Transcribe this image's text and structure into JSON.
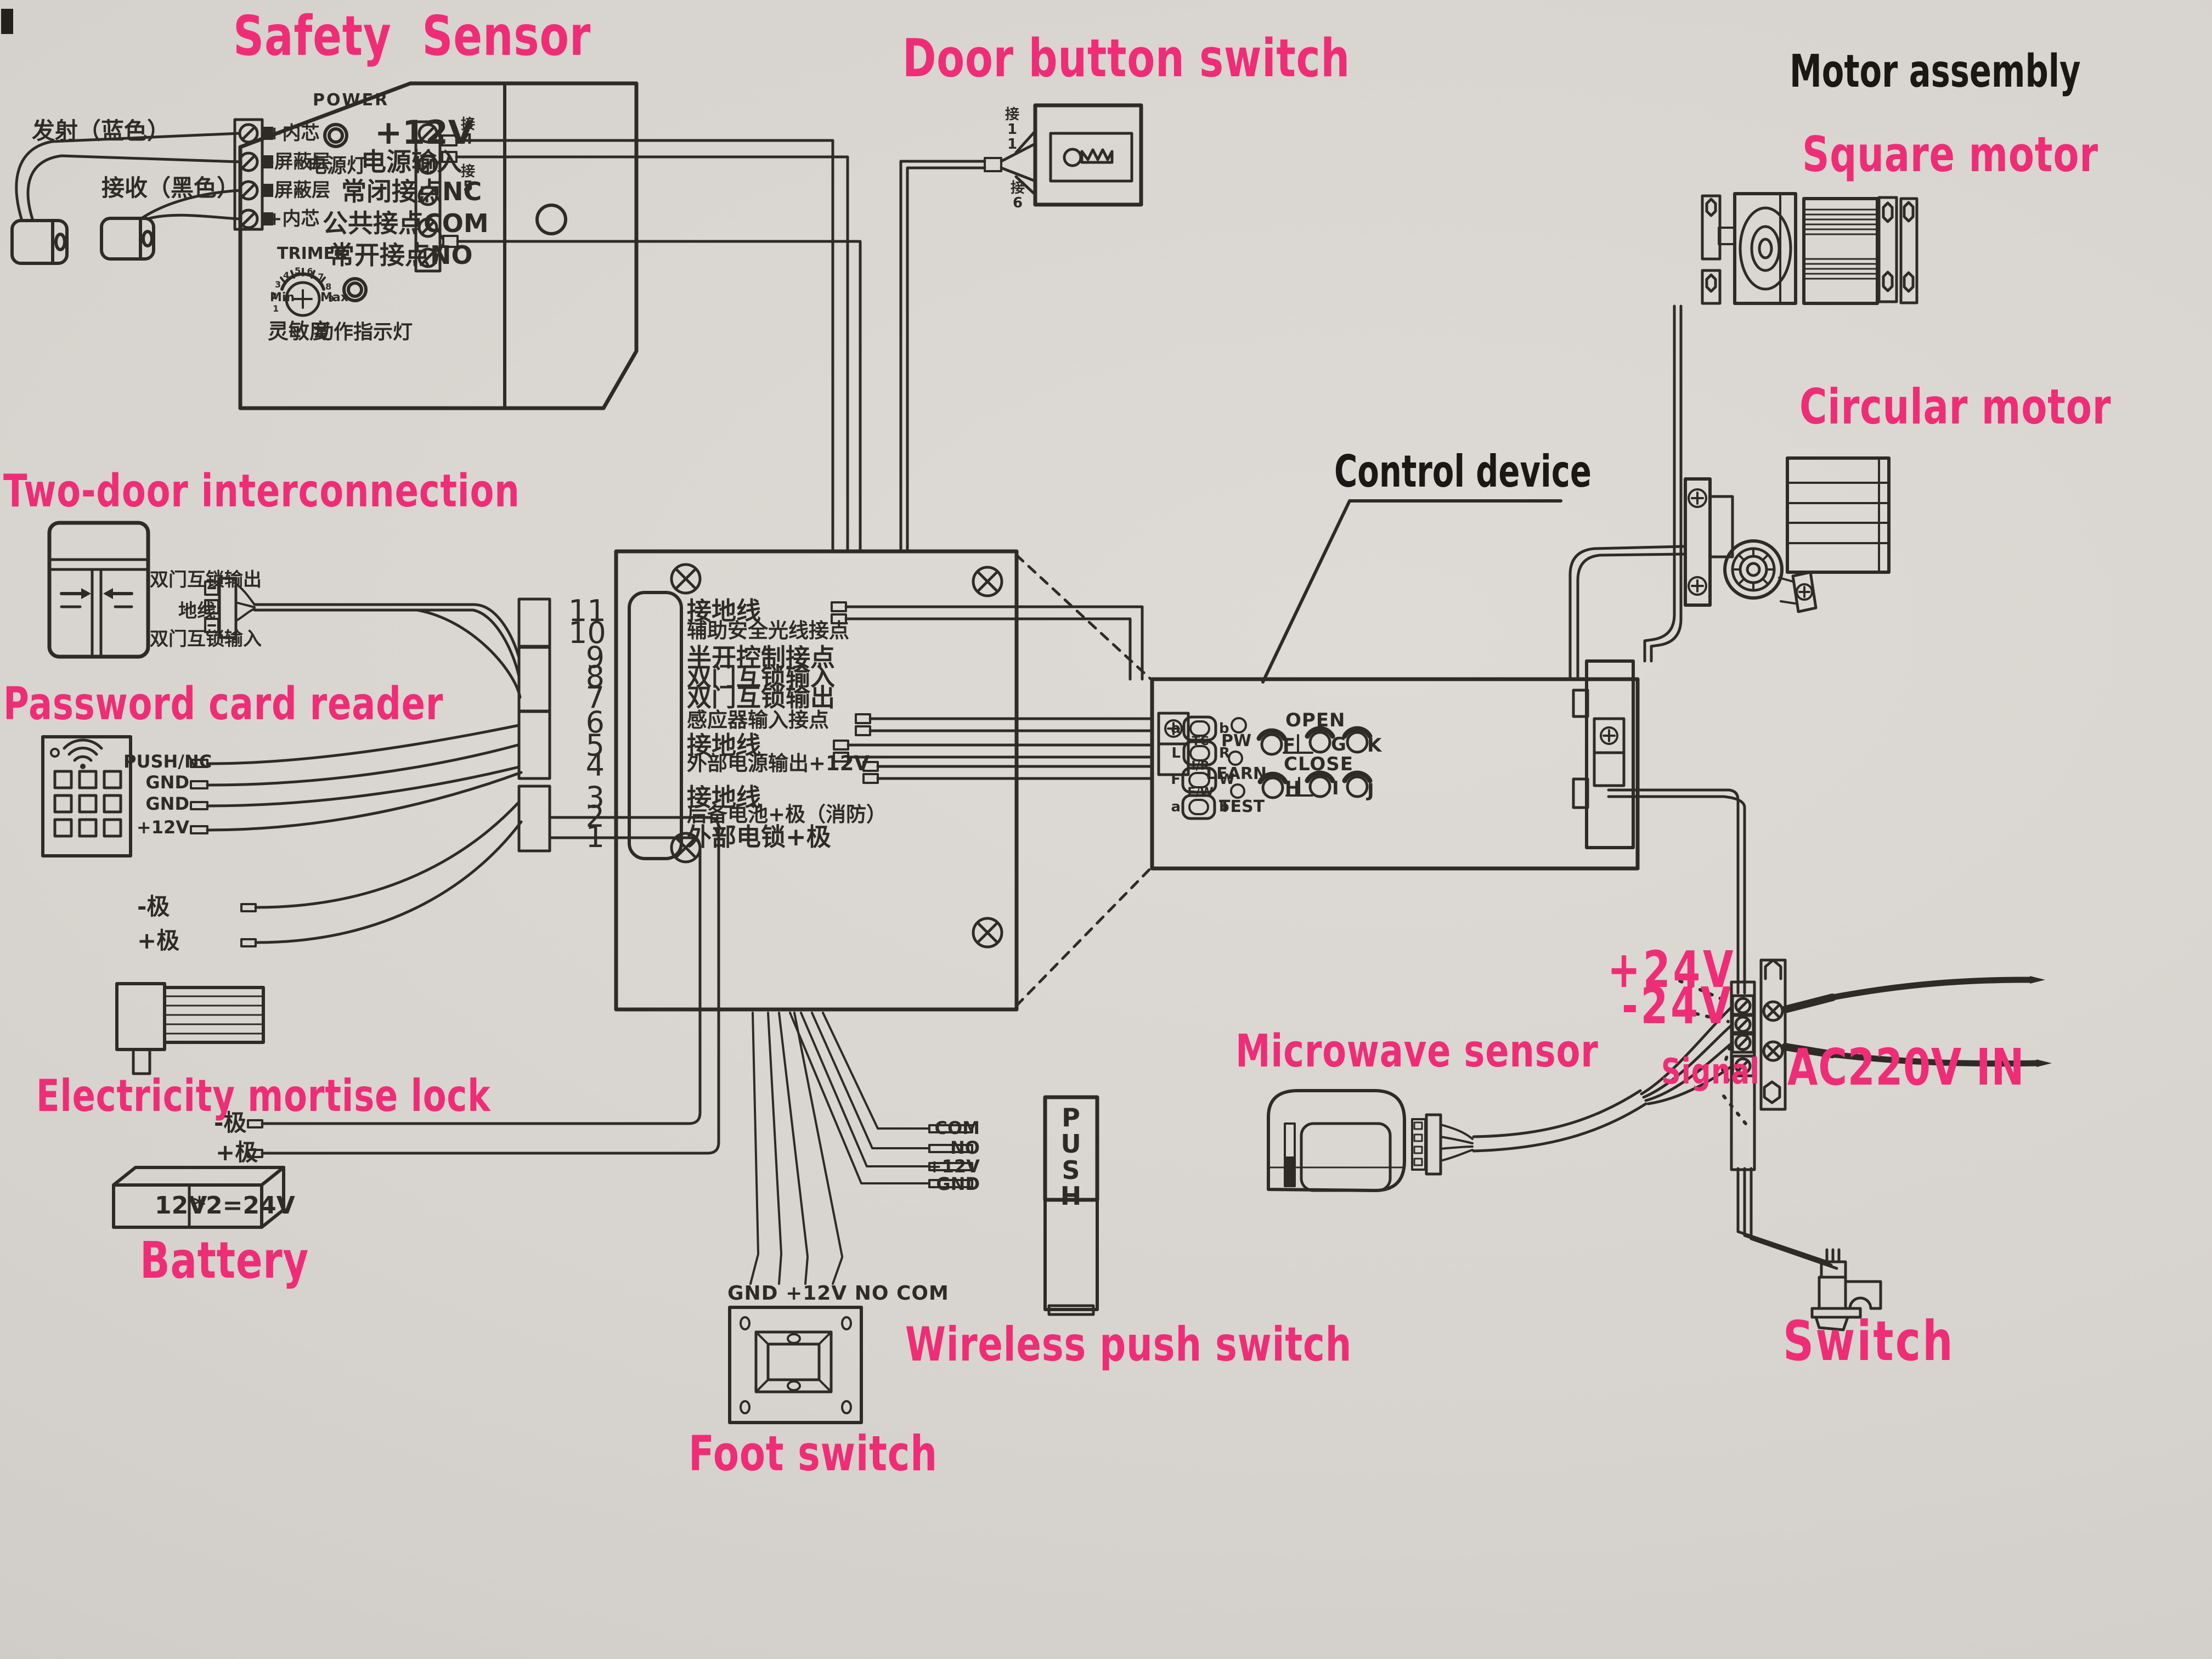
{
  "colors": {
    "paper": "#d7d3ce",
    "ink": "#2e2b27",
    "pink": "#ef2d76",
    "black_label": "#1a1714"
  },
  "annotations": {
    "safety_sensor": "Safety  Sensor",
    "door_button": "Door button switch",
    "motor_assembly": "Motor assembly",
    "square_motor": "Square motor",
    "circular_motor": "Circular motor",
    "control_device": "Control device",
    "two_door": "Two-door interconnection",
    "password_reader": "Password card reader",
    "mortise_lock": "Electricity mortise lock",
    "battery": "Battery",
    "foot_switch": "Foot switch",
    "wireless_push": "Wireless push switch",
    "microwave": "Microwave sensor",
    "plus24": "+24V",
    "minus24": "-24V",
    "signal": "Signal",
    "ac220": "AC220V IN",
    "switch": "Switch"
  },
  "sensor_unit": {
    "emit": "发射（蓝色）",
    "recv": "接收（黑色）",
    "terminals": [
      "+内芯",
      "-屏蔽层",
      "-屏蔽层",
      "+内芯"
    ],
    "power": "POWER",
    "power_light": "电源灯",
    "v12": "+12V",
    "power_in": "电源输入",
    "nc": "常闭接点NC",
    "com": "公共接点COM",
    "no": "常开接点NO",
    "trimmer": "TRIMER",
    "min": "Min",
    "max": "Max",
    "dial": [
      "1",
      "2",
      "3",
      "4",
      "5",
      "6",
      "7",
      "8",
      "9"
    ],
    "sensitivity": "灵敏度",
    "action_light": "动作指示灯",
    "wire4": "接4",
    "wire5": "接5"
  },
  "door_button": {
    "wire11": "接11",
    "wire6": "接6"
  },
  "board": {
    "rows": [
      {
        "num": "11",
        "label": "接地线"
      },
      {
        "num": "10",
        "label": "辅助安全光线接点"
      },
      {
        "num": "9",
        "label": "半开控制接点"
      },
      {
        "num": "8",
        "label": "双门互锁输入"
      },
      {
        "num": "7",
        "label": "双门互锁输出"
      },
      {
        "num": "6",
        "label": "感应器输入接点"
      },
      {
        "num": "5",
        "label": "接地线"
      },
      {
        "num": "4",
        "label": "外部电源输出+12V"
      },
      {
        "num": "3",
        "label": "接地线"
      },
      {
        "num": "2",
        "label": "后备电池+极（消防）"
      },
      {
        "num": "1",
        "label": "外部电锁+极"
      }
    ]
  },
  "control_panel": {
    "switches": [
      {
        "left": "a",
        "right": "b",
        "caption": "TC"
      },
      {
        "left": "L",
        "right": "R",
        "caption": "I/R"
      },
      {
        "left": "F",
        "right": "W",
        "caption": "F/W"
      },
      {
        "left": "a",
        "right": "b",
        "caption": ""
      }
    ],
    "leds": [
      "PW",
      "LEARN",
      "TEST"
    ],
    "open_label": "OPEN",
    "open_knobs": [
      "F",
      "G",
      "K"
    ],
    "close_label": "CLOSE",
    "close_knobs": [
      "H",
      "I",
      "J"
    ]
  },
  "two_door": {
    "out": "双门互锁输出",
    "gnd": "地线",
    "in": "双门互锁输入"
  },
  "reader": {
    "pins": [
      "PUSH/NC",
      "GND",
      "GND",
      "+12V"
    ],
    "neg": "-极",
    "pos": "+极"
  },
  "lock": {
    "neg": "-极",
    "pos": "+极"
  },
  "battery": {
    "cell": "12V",
    "mult": "*2=24V"
  },
  "foot": {
    "pins": "GND +12V NO COM"
  },
  "push": {
    "pins": [
      "COM",
      "NO",
      "+12V",
      "GND"
    ],
    "button": "PUSH"
  }
}
